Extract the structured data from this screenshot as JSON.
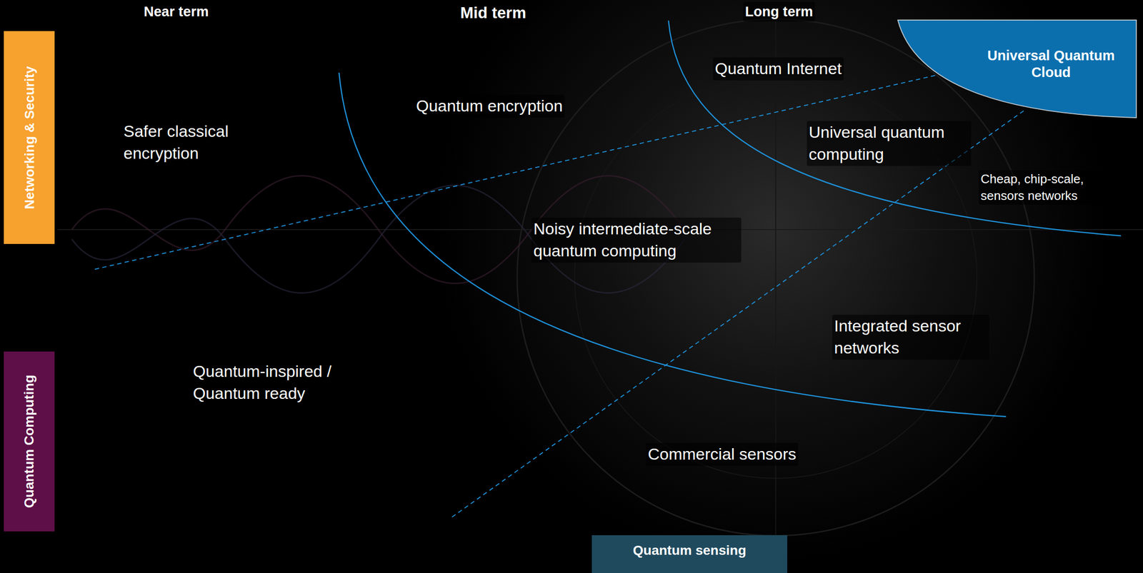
{
  "diagram": {
    "nodes": [
      {
        "text": [
          "Networking & Security"
        ]
      },
      {
        "text": [
          "Universal Quantum Cloud"
        ]
      },
      {
        "text": [
          "Quantum Computing"
        ]
      },
      {
        "text": [
          "Quantum sensing"
        ]
      }
    ],
    "labels": [
      "Near term",
      "Mid term",
      "Long term",
      "Quantum Internet",
      "Quantum encryption",
      "Safer classical encryption",
      "Universal quantum computing",
      "Cheap, chip-scale, sensors networks",
      "Noisy intermediate-scale quantum computing",
      "Integrated sensor networks",
      "Quantum-inspired / Quantum ready",
      "Commercial sensors"
    ]
  }
}
